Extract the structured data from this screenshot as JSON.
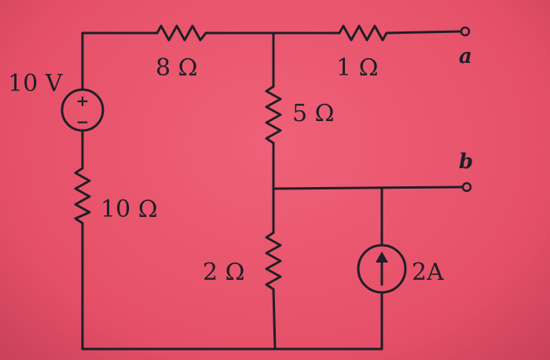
{
  "circuit": {
    "voltage_source": {
      "label": "10 V",
      "polarity_plus": "+",
      "polarity_minus": "−"
    },
    "resistors": {
      "r_top_left": "8 Ω",
      "r_top_right": "1 Ω",
      "r_middle": "5 Ω",
      "r_left": "10 Ω",
      "r_bottom": "2 Ω"
    },
    "current_source": {
      "label": "2A"
    },
    "terminals": {
      "a": "a",
      "b": "b"
    }
  },
  "colors": {
    "background": "#e8566c",
    "ink": "#1e1e26"
  }
}
